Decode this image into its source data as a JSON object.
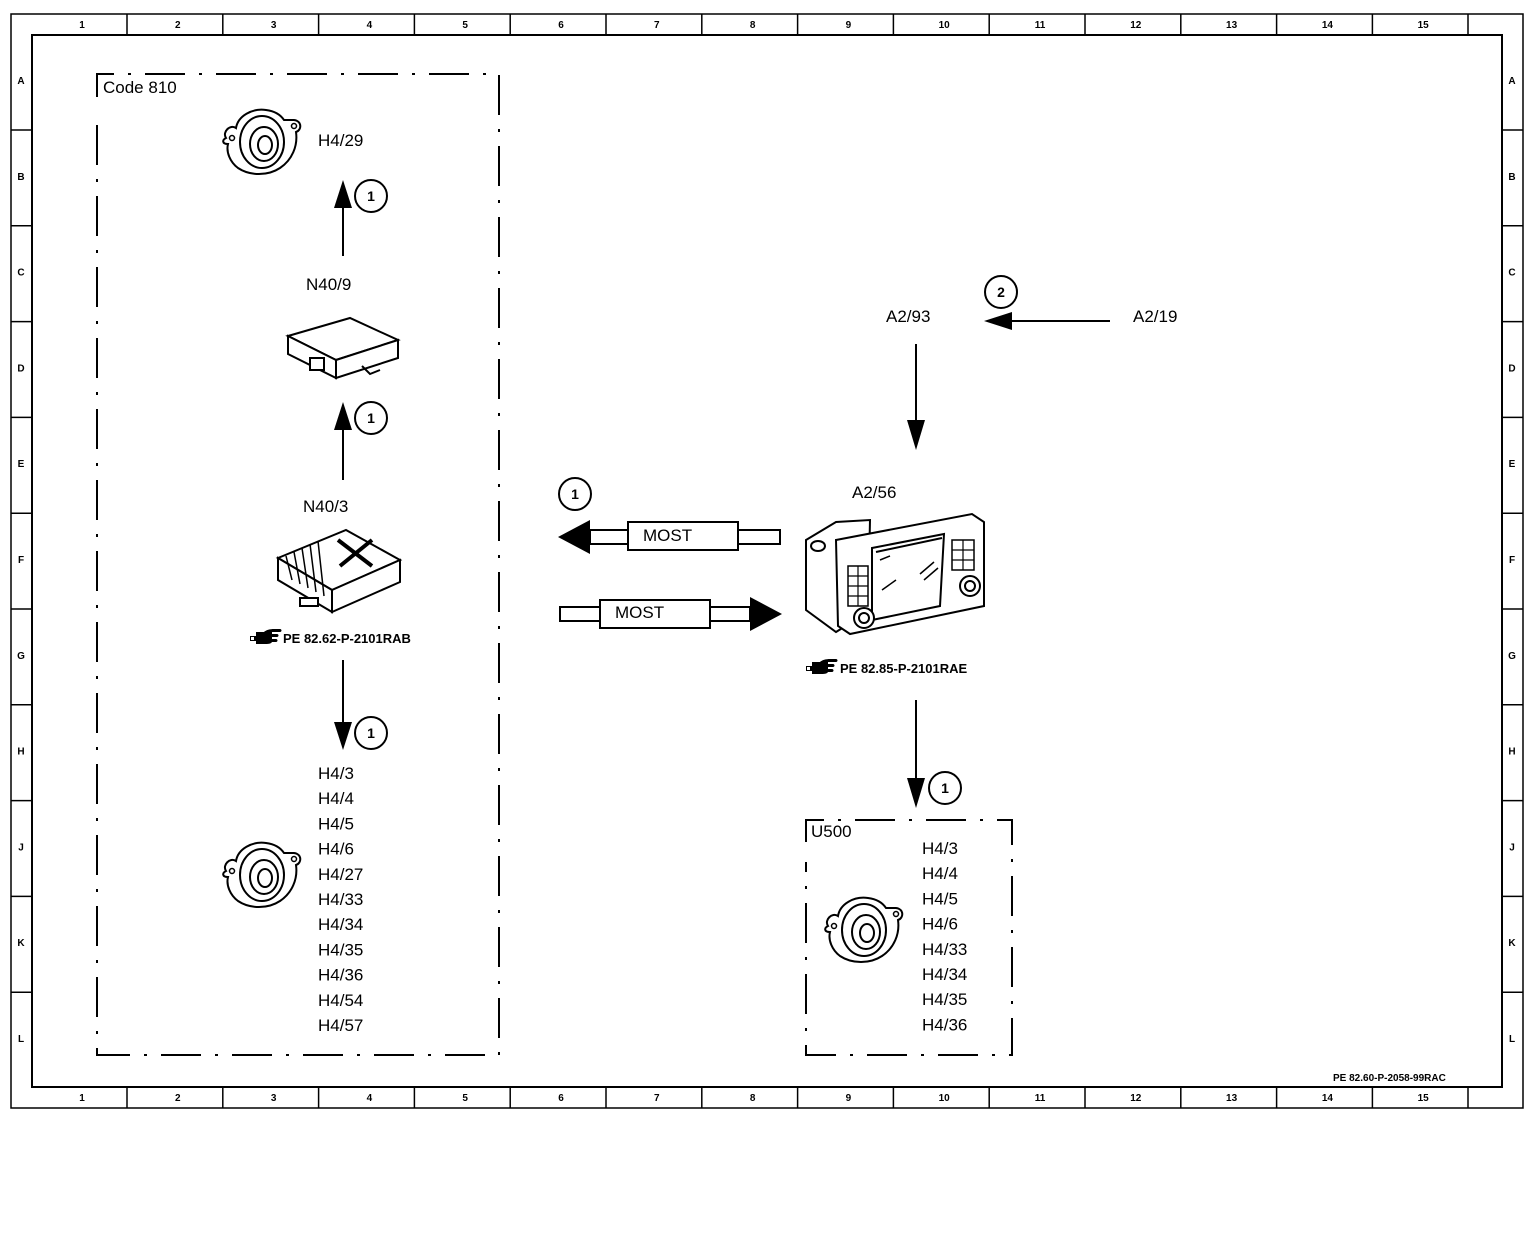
{
  "grid": {
    "columns": [
      "1",
      "2",
      "3",
      "4",
      "5",
      "6",
      "7",
      "8",
      "9",
      "10",
      "11",
      "12",
      "13",
      "14",
      "15"
    ],
    "rows": [
      "A",
      "B",
      "C",
      "D",
      "E",
      "F",
      "G",
      "H",
      "J",
      "K",
      "L"
    ]
  },
  "groups": {
    "code810": "Code 810",
    "u500": "U500"
  },
  "components": {
    "h4_29": "H4/29",
    "n40_9": "N40/9",
    "n40_3": "N40/3",
    "a2_93": "A2/93",
    "a2_19": "A2/19",
    "a2_56": "A2/56"
  },
  "refs": {
    "n40_3": "PE 82.62-P-2101RAB",
    "a2_56": "PE 82.85-P-2101RAE",
    "sheet": "PE 82.60-P-2058-99RAC"
  },
  "bus": {
    "out": "MOST",
    "in": "MOST"
  },
  "markers": {
    "m1": "1",
    "m2": "2"
  },
  "speakers_code810": [
    "H4/3",
    "H4/4",
    "H4/5",
    "H4/6",
    "H4/27",
    "H4/33",
    "H4/34",
    "H4/35",
    "H4/36",
    "H4/54",
    "H4/57"
  ],
  "speakers_u500": [
    "H4/3",
    "H4/4",
    "H4/5",
    "H4/6",
    "H4/33",
    "H4/34",
    "H4/35",
    "H4/36"
  ],
  "icons": {
    "speaker": "speaker-icon",
    "control_unit": "control-unit-icon",
    "amplifier": "amplifier-icon",
    "head_unit": "head-unit-icon",
    "reference": "pointing-hand-icon"
  }
}
